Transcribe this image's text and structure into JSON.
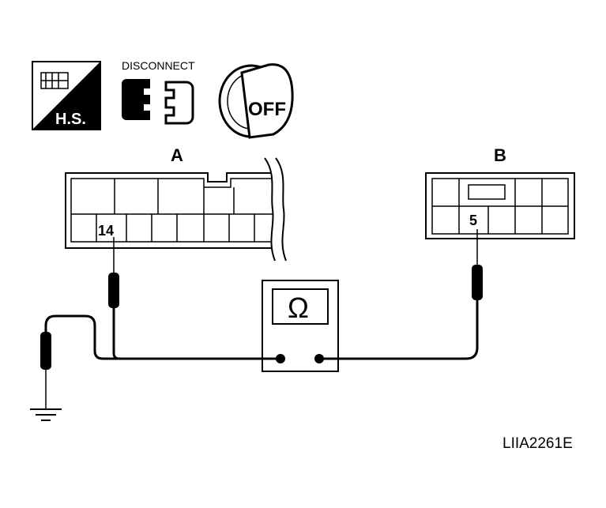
{
  "icons": {
    "hs_label": "H.S.",
    "disconnect_label": "DISCONNECT",
    "off_label": "OFF"
  },
  "connector_a": {
    "label": "A",
    "pin": "14"
  },
  "connector_b": {
    "label": "B",
    "pin": "5"
  },
  "meter": {
    "symbol": "Ω"
  },
  "figure_code": "LIIA2261E"
}
